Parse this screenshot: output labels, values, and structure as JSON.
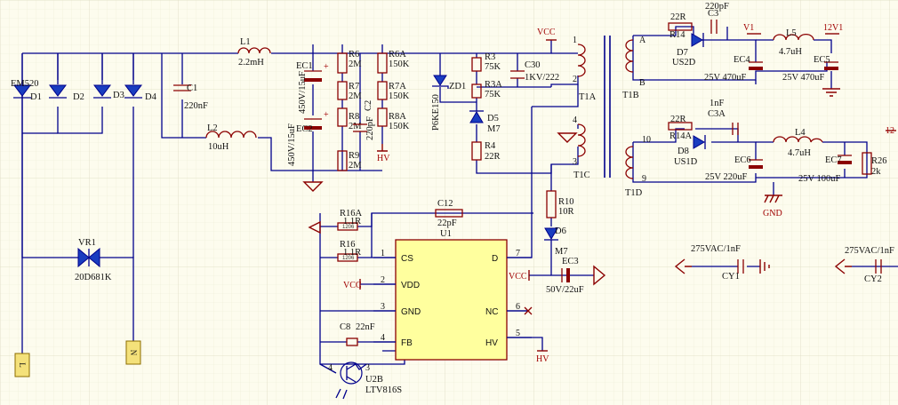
{
  "connectors": {
    "line": "L",
    "neutral": "N"
  },
  "rectifier": {
    "ref": "D1",
    "part": "EM520",
    "diodes": [
      "D2",
      "D3",
      "D4"
    ]
  },
  "varistor": {
    "ref": "VR1",
    "value": "20D681K"
  },
  "caps": {
    "c1": {
      "ref": "C1",
      "value": "220nF"
    },
    "ec1": {
      "ref": "EC1",
      "value": "450V/15uF"
    },
    "ec2": {
      "ref": "EC2",
      "value": "450V/15uF"
    },
    "c2": {
      "ref": "C2",
      "value": "220pF"
    },
    "c30": {
      "ref": "C30",
      "value": "1KV/222"
    },
    "c12": {
      "ref": "C12",
      "value": "22pF"
    },
    "ec3": {
      "ref": "EC3",
      "value": "50V/22uF"
    },
    "c8": {
      "ref": "C8",
      "value": "22nF"
    },
    "c3": {
      "ref": "C3",
      "value": "220pF"
    },
    "ec4": {
      "ref": "EC4",
      "value": "25V 470uF"
    },
    "ec5": {
      "ref": "EC5",
      "value": "25V 470uF"
    },
    "c3a": {
      "ref": "C3A",
      "value": "1nF"
    },
    "ec6": {
      "ref": "EC6",
      "value": "25V 220uF"
    },
    "ec7": {
      "ref": "EC7",
      "value": "25V 100uF"
    },
    "cy1": {
      "ref": "CY1",
      "value": "275VAC/1nF"
    },
    "cy2": {
      "ref": "CY2",
      "value": "275VAC/1nF"
    }
  },
  "inductors": {
    "l1": {
      "ref": "L1",
      "value": "2.2mH"
    },
    "l2": {
      "ref": "L2",
      "value": "10uH"
    },
    "l5": {
      "ref": "L5",
      "value": "4.7uH"
    },
    "l4": {
      "ref": "L4",
      "value": "4.7uH"
    }
  },
  "resistors": {
    "r6": {
      "ref": "R6",
      "value": "2M"
    },
    "r7": {
      "ref": "R7",
      "value": "2M"
    },
    "r8": {
      "ref": "R8",
      "value": "2M"
    },
    "r9": {
      "ref": "R9",
      "value": "2M"
    },
    "r6a": {
      "ref": "R6A",
      "value": "150K"
    },
    "r7a": {
      "ref": "R7A",
      "value": "150K"
    },
    "r8a": {
      "ref": "R8A",
      "value": "150K"
    },
    "r3": {
      "ref": "R3",
      "value": "75K"
    },
    "r3a": {
      "ref": "R3A",
      "value": "75K"
    },
    "r4": {
      "ref": "R4",
      "value": "22R"
    },
    "r10": {
      "ref": "R10",
      "value": "10R"
    },
    "r16a": {
      "ref": "R16A",
      "value": "1.1R"
    },
    "r16": {
      "ref": "R16",
      "value": "1.1R"
    },
    "r14": {
      "ref": "R14",
      "value": "22R"
    },
    "r14a": {
      "ref": "R14A",
      "value": "22R"
    },
    "r26": {
      "ref": "R26",
      "value": "2k"
    }
  },
  "diodes": {
    "zd1": {
      "ref": "ZD1",
      "value": "P6KE150"
    },
    "d5": {
      "ref": "D5",
      "value": "M7"
    },
    "d6": {
      "ref": "D6",
      "value": "M7"
    },
    "d7": {
      "ref": "D7",
      "value": "US2D"
    },
    "d8": {
      "ref": "D8",
      "value": "US1D"
    }
  },
  "transformer": {
    "t1a": "T1A",
    "t1b": "T1B",
    "t1c": "T1C",
    "t1d": "T1D",
    "pins": [
      "1",
      "2",
      "3",
      "4",
      "A",
      "B",
      "9",
      "10"
    ]
  },
  "ic": {
    "ref": "U1",
    "pins": [
      {
        "num": "1",
        "name": "CS"
      },
      {
        "num": "2",
        "name": "VDD"
      },
      {
        "num": "3",
        "name": "GND"
      },
      {
        "num": "4",
        "name": "FB"
      },
      {
        "num": "7",
        "name": "D"
      },
      {
        "num": "6",
        "name": "NC"
      },
      {
        "num": "5",
        "name": "HV"
      }
    ]
  },
  "optocoupler": {
    "ref": "U2B",
    "part": "LTV816S",
    "pins": [
      "4",
      "3"
    ]
  },
  "nets": {
    "vcc": "VCC",
    "hv": "HV",
    "v1": "V1",
    "v12": "12V1",
    "v12b": "12",
    "gnd": "GND"
  },
  "footprints": {
    "f1206": "1206"
  }
}
